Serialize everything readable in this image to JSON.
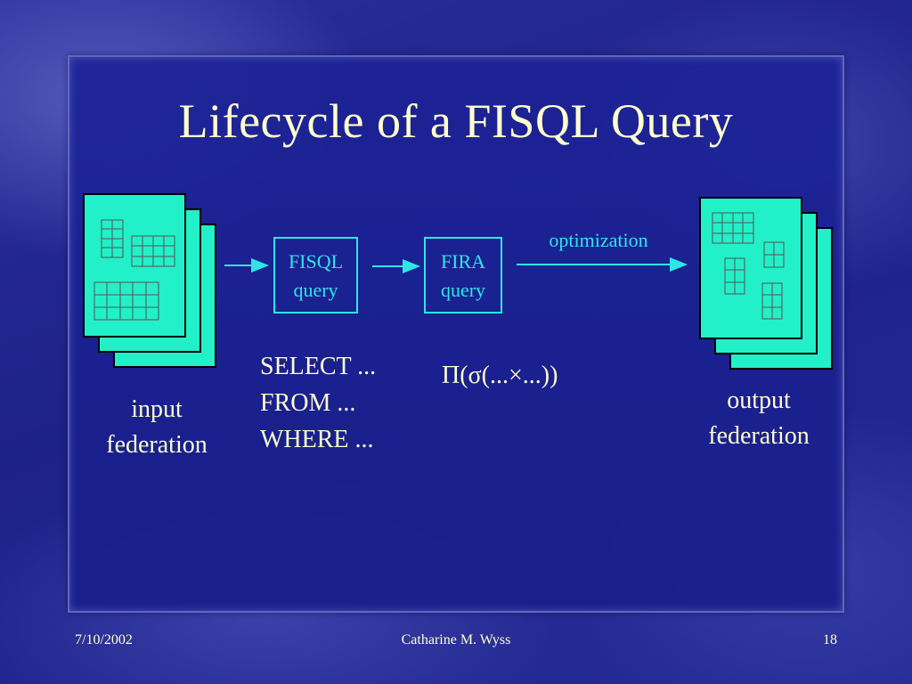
{
  "slide": {
    "title": "Lifecycle of a FISQL Query",
    "input_label_line1": "input",
    "input_label_line2": "federation",
    "output_label_line1": "output",
    "output_label_line2": "federation",
    "fisql_box_line1": "FISQL",
    "fisql_box_line2": "query",
    "fira_box_line1": "FIRA",
    "fira_box_line2": "query",
    "optimization_label": "optimization",
    "sql_line1": "SELECT ...",
    "sql_line2": "FROM ...",
    "sql_line3": "WHERE ...",
    "algebra_expr": "Π(σ(...×...))"
  },
  "footer": {
    "date": "7/10/2002",
    "author": "Catharine M. Wyss",
    "page": "18"
  },
  "colors": {
    "accent_cyan": "#2ee6e6",
    "title_yellow": "#ffffcc",
    "doc_fill": "#22f0c8"
  }
}
